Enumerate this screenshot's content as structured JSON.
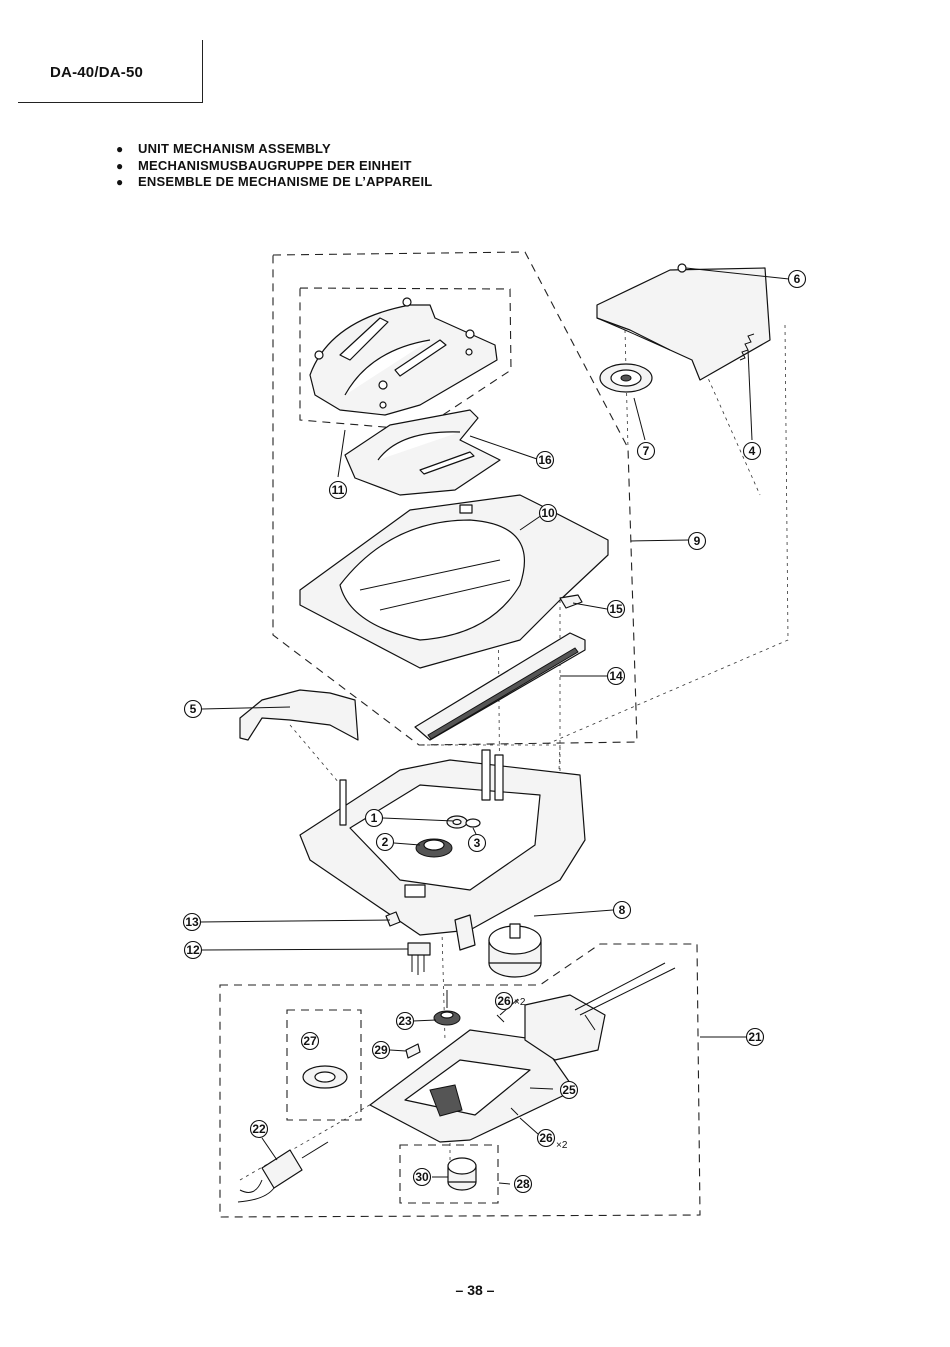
{
  "model": "DA-40/DA-50",
  "headings": [
    "UNIT MECHANISM ASSEMBLY",
    "MECHANISMUSBAUGRUPPE DER EINHEIT",
    "ENSEMBLE DE MECHANISME DE L’APPAREIL"
  ],
  "bullet": "●",
  "callouts": {
    "c1": "1",
    "c2": "2",
    "c3": "3",
    "c4": "4",
    "c5": "5",
    "c6": "6",
    "c7": "7",
    "c8": "8",
    "c9": "9",
    "c10": "10",
    "c11": "11",
    "c12": "12",
    "c13": "13",
    "c14": "14",
    "c15": "15",
    "c16": "16",
    "c21": "21",
    "c22": "22",
    "c23": "23",
    "c25": "25",
    "c26a": "26",
    "c26b": "26",
    "c27": "27",
    "c28": "28",
    "c29": "29",
    "c30": "30"
  },
  "quantities": {
    "q26a": "×2",
    "q26b": "×2"
  },
  "page_number": "– 38 –"
}
